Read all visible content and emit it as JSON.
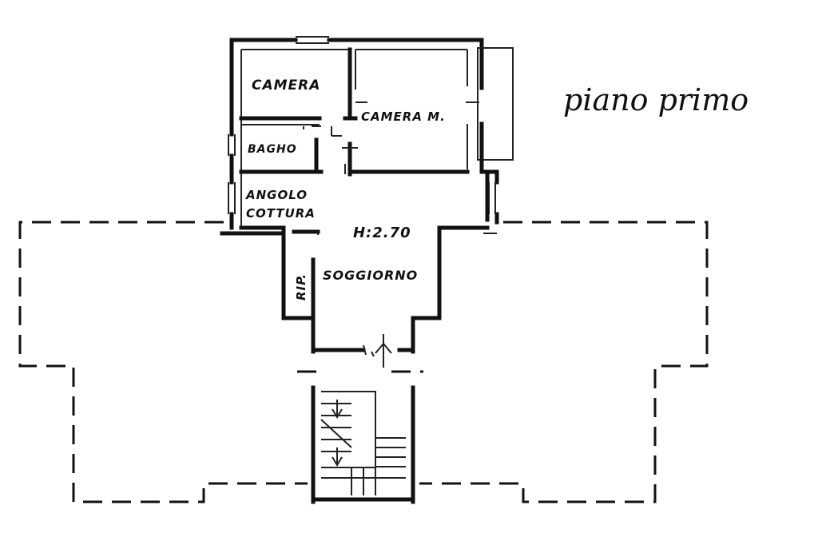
{
  "title": "piano primo",
  "rooms": {
    "camera": "CAMERA",
    "camera_matrimoniale": "CAMERA M.",
    "bagno": "BAGHO",
    "angolo_cottura_line1": "ANGOLO",
    "angolo_cottura_line2": "COTTURA",
    "height_note": "H:2.70",
    "soggiorno": "SOGGIORNO",
    "ripostiglio": "RIP."
  }
}
